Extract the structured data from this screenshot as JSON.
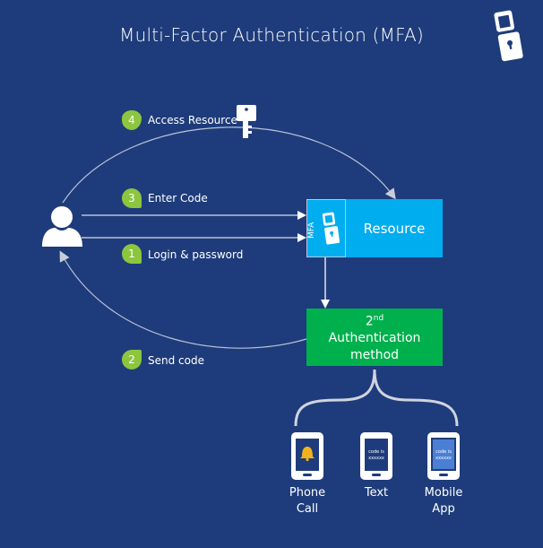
{
  "title": "Multi-Factor Authentication (MFA)",
  "colors": {
    "background": "#1e3c7b",
    "resource": "#00adef",
    "auth_method": "#00b04d",
    "badge": "#8cc63f",
    "bell": "#f2b21c",
    "app_screen": "#4a7fd4"
  },
  "steps": [
    {
      "number": "4",
      "label": "Access Resource"
    },
    {
      "number": "3",
      "label": "Enter Code"
    },
    {
      "number": "1",
      "label": "Login & password"
    },
    {
      "number": "2",
      "label": "Send code"
    }
  ],
  "mfa_label": "MFA",
  "resource_label": "Resource",
  "auth_method": {
    "ordinal": "2",
    "superscript": "nd",
    "line2": "Authentication",
    "line3": "method"
  },
  "devices": [
    {
      "line1": "Phone",
      "line2": "Call",
      "icon": "bell-icon"
    },
    {
      "line1": "Text",
      "line2": "",
      "icon": "sms-icon",
      "screen_text": [
        "code is",
        "xxxxxx"
      ]
    },
    {
      "line1": "Mobile",
      "line2": "App",
      "icon": "app-icon",
      "screen_text": [
        "code is",
        "xxxxxx"
      ]
    }
  ]
}
